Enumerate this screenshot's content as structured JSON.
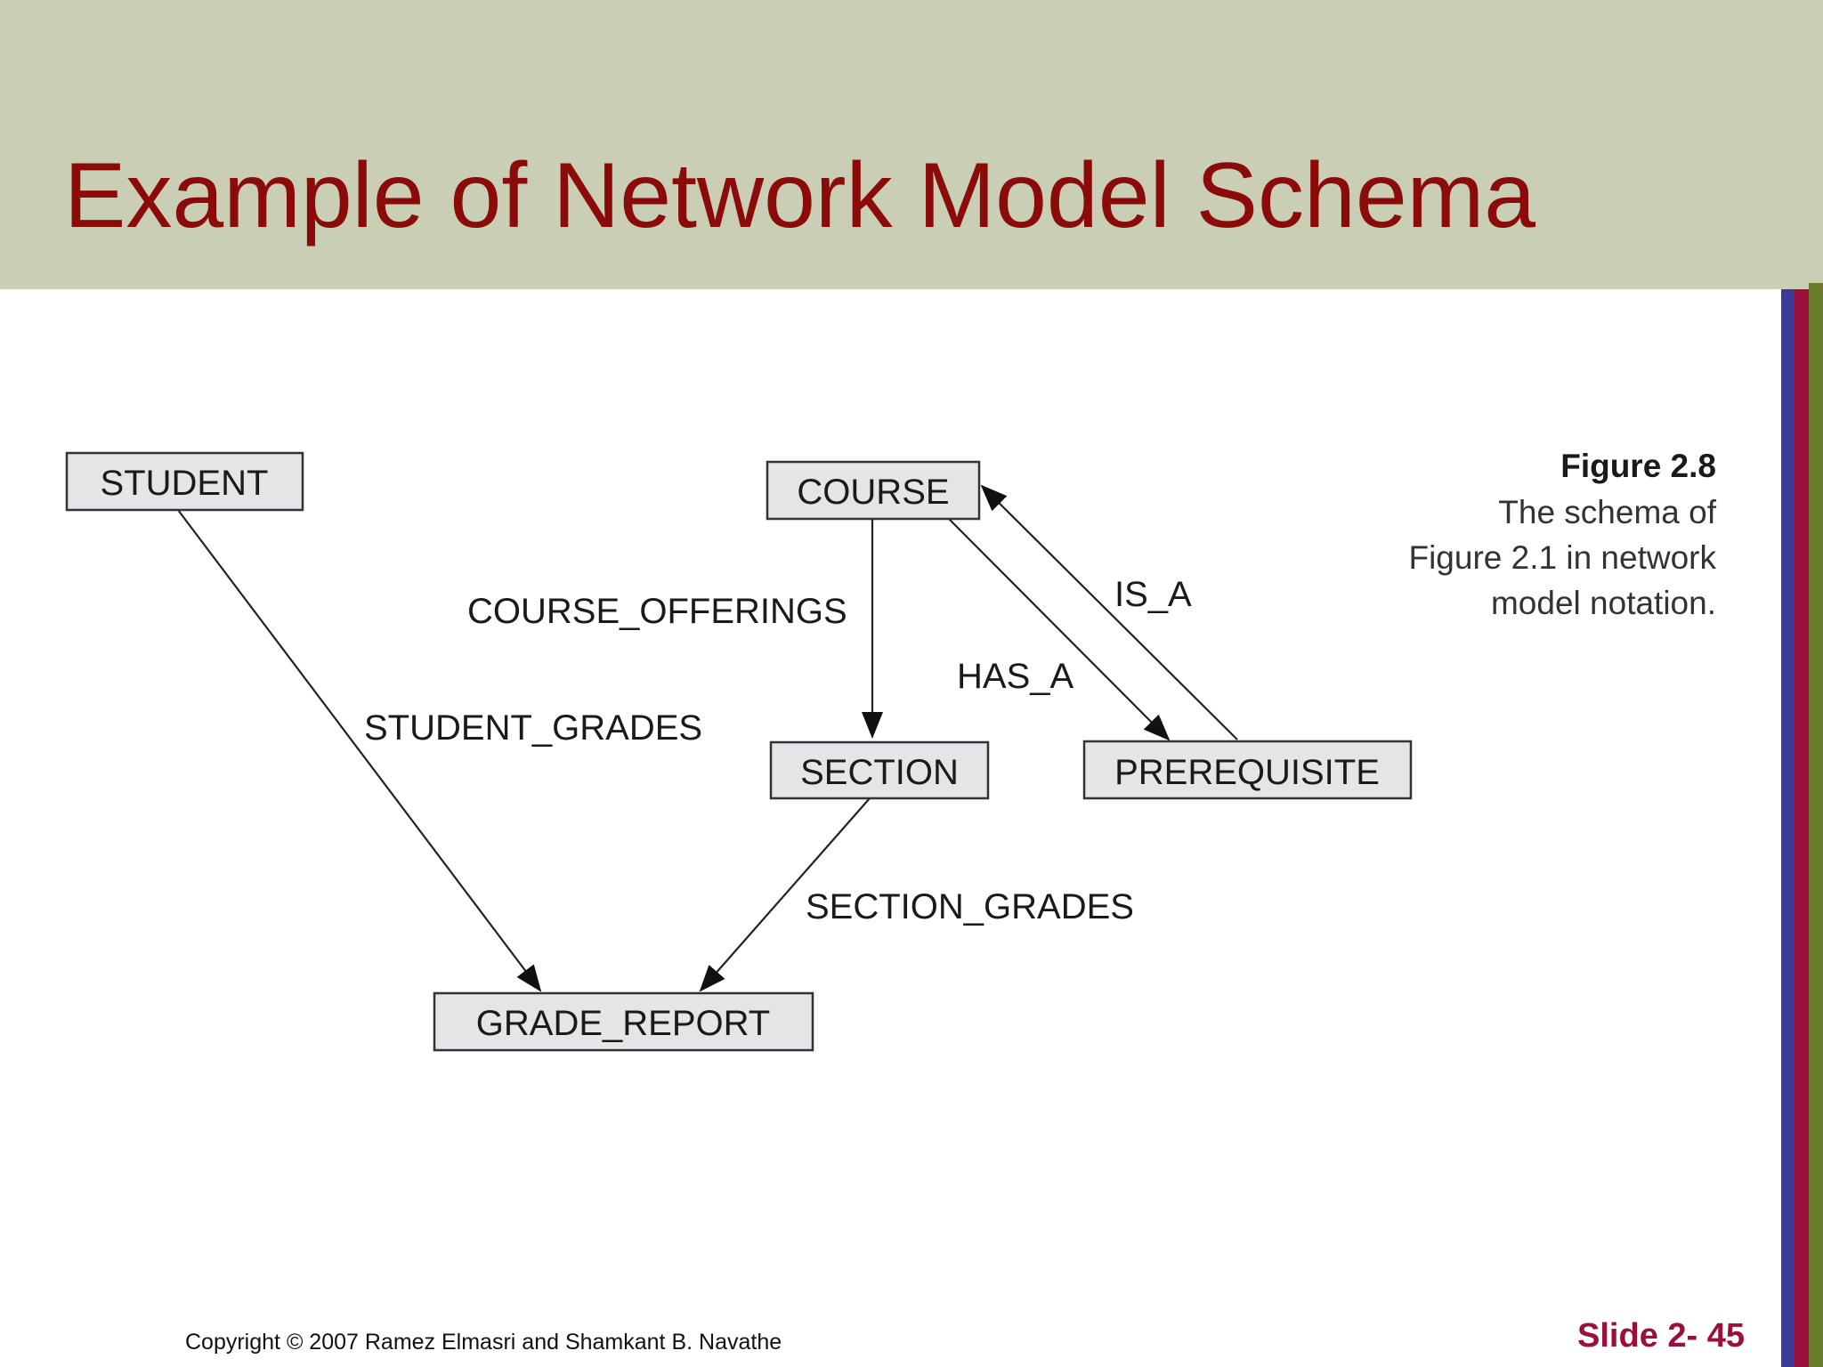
{
  "slide": {
    "title": "Example of Network Model Schema",
    "copyright": "Copyright © 2007 Ramez Elmasri and Shamkant B. Navathe",
    "slide_number": "Slide 2- 45"
  },
  "figure": {
    "label": "Figure 2.8",
    "caption_lines": [
      "The schema of",
      "Figure 2.1 in network",
      "model notation."
    ]
  },
  "diagram": {
    "nodes": {
      "student": "STUDENT",
      "course": "COURSE",
      "section": "SECTION",
      "prerequisite": "PREREQUISITE",
      "grade_report": "GRADE_REPORT"
    },
    "edges": {
      "course_offerings": "COURSE_OFFERINGS",
      "student_grades": "STUDENT_GRADES",
      "section_grades": "SECTION_GRADES",
      "has_a": "HAS_A",
      "is_a": "IS_A"
    }
  },
  "colors": {
    "header_bg": "#c9ceb4",
    "title": "#8b0a0a",
    "slide_number": "#9b0f3b",
    "stripe_blue": "#3a3a99",
    "stripe_red": "#9b0f3b",
    "stripe_olive": "#6a7a2c"
  }
}
